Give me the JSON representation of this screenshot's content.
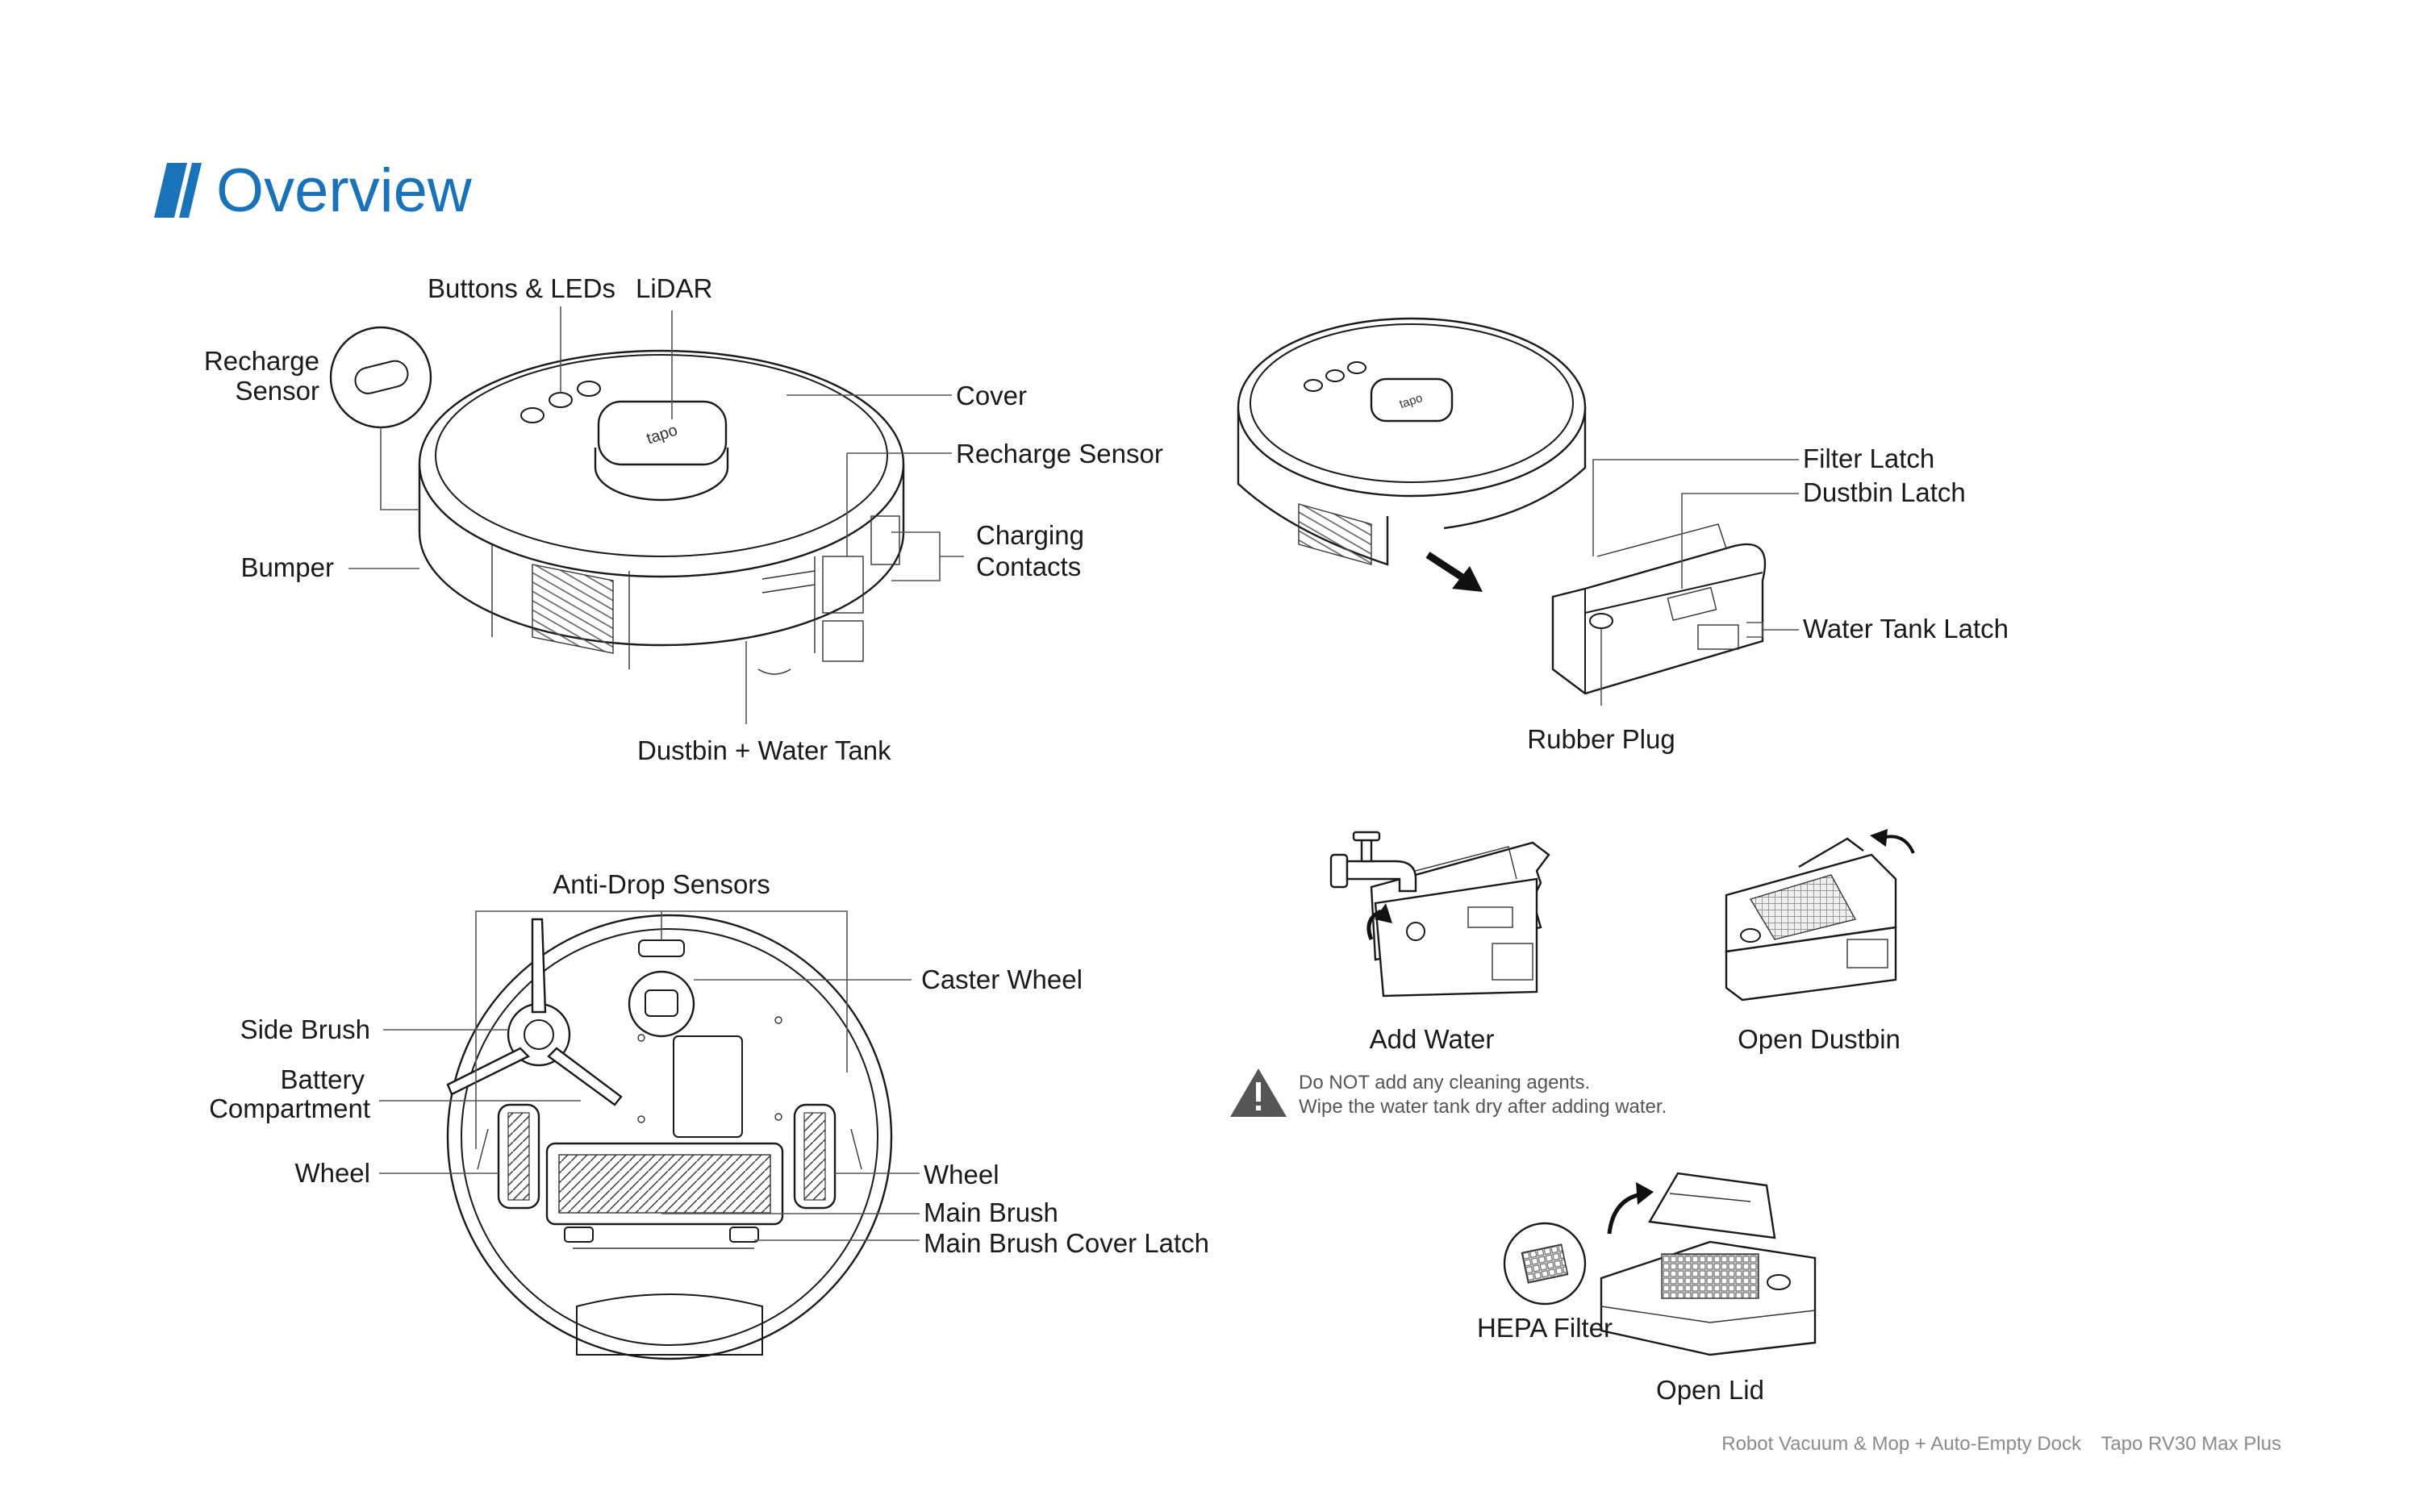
{
  "header": {
    "title": "Overview",
    "accent_color": "#1a73b8"
  },
  "top_robot": {
    "labels": {
      "buttons_leds": "Buttons & LEDs",
      "lidar": "LiDAR",
      "recharge_sensor_left_1": "Recharge",
      "recharge_sensor_left_2": "Sensor",
      "bumper": "Bumper",
      "cover": "Cover",
      "recharge_sensor_right": "Recharge Sensor",
      "charging_contacts_1": "Charging",
      "charging_contacts_2": "Contacts",
      "dustbin_water_tank": "Dustbin + Water Tank",
      "lidar_logo": "tapo"
    }
  },
  "dustbin_removal": {
    "labels": {
      "filter_latch": "Filter Latch",
      "dustbin_latch": "Dustbin Latch",
      "water_tank_latch": "Water Tank Latch",
      "rubber_plug": "Rubber Plug",
      "lidar_logo": "tapo"
    }
  },
  "bottom_robot": {
    "labels": {
      "anti_drop_sensors": "Anti-Drop Sensors",
      "caster_wheel": "Caster Wheel",
      "side_brush": "Side Brush",
      "battery_compartment_1": "Battery",
      "battery_compartment_2": "Compartment",
      "wheel_left": "Wheel",
      "wheel_right": "Wheel",
      "main_brush": "Main Brush",
      "main_brush_cover_latch": "Main Brush Cover Latch"
    }
  },
  "actions": {
    "add_water": "Add Water",
    "open_dustbin": "Open Dustbin",
    "hepa_filter": "HEPA Filter",
    "open_lid": "Open Lid"
  },
  "warning": {
    "line1": "Do NOT add any cleaning agents.",
    "line2": "Wipe the water tank dry after adding water.",
    "icon": "warning-triangle-icon"
  },
  "footer": {
    "product_name": "Robot Vacuum & Mop + Auto-Empty Dock",
    "model": "Tapo RV30 Max Plus"
  }
}
